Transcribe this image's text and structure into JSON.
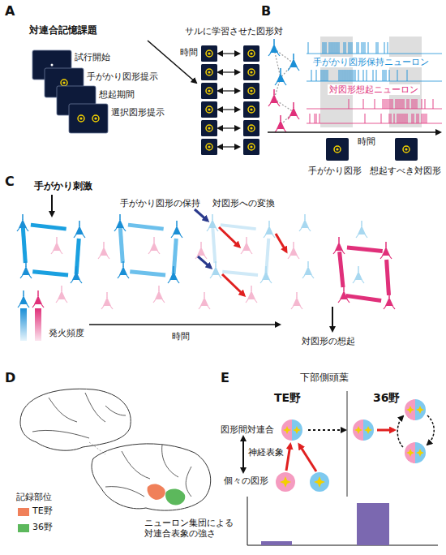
{
  "diagram": {
    "labels": [
      "A",
      "対連合記憶課題",
      "試行開始",
      "手がかり図形提示",
      "想起期間",
      "選択図形提示",
      "時間",
      "サルに学習させた図形対",
      "B",
      "手がかり図形保持ニューロン",
      "対図形想起ニューロン",
      "時間",
      "手がかり図形",
      "想起すべき対図形",
      "C",
      "手がかり刺激",
      "手がかり図形の保持",
      "対図形への変換",
      "発火頻度",
      "時間",
      "対図形の想起",
      "D",
      "記録部位",
      "E",
      "下部側頭葉",
      "TE野",
      "36野",
      "図形間対連合",
      "神経表象",
      "個々の図形",
      "ニューロン集団による 対連合表象の強さ"
    ],
    "legend": [
      {
        "text": "TE野",
        "color": "#f0805a"
      },
      {
        "text": "36野",
        "color": "#5cb85c"
      }
    ]
  }
}
